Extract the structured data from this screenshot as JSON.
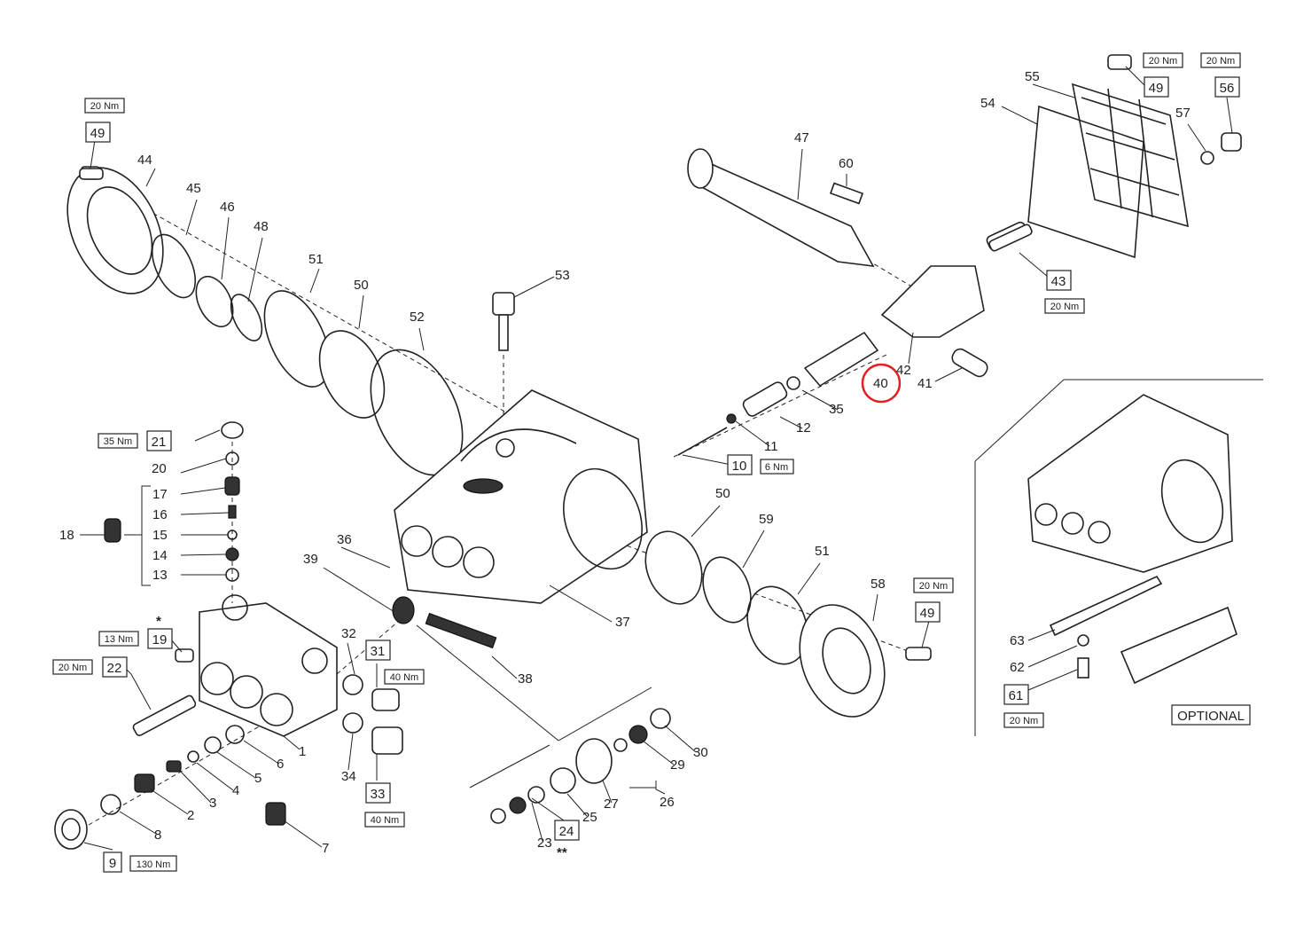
{
  "callouts": [
    "44",
    "45",
    "46",
    "48",
    "51",
    "50",
    "52",
    "53",
    "47",
    "60",
    "55",
    "54",
    "57",
    "42",
    "40",
    "41",
    "35",
    "12",
    "11",
    "20",
    "17",
    "16",
    "15",
    "14",
    "13",
    "18",
    "36",
    "39",
    "50",
    "59",
    "51",
    "58",
    "37",
    "38",
    "32",
    "1",
    "6",
    "5",
    "4",
    "3",
    "2",
    "8",
    "7",
    "34",
    "30",
    "29",
    "26",
    "27",
    "25",
    "23",
    "63",
    "62",
    "**",
    "*"
  ],
  "boxes": [
    "20 Nm",
    "49",
    "35 Nm",
    "21",
    "13 Nm",
    "19",
    "20 Nm",
    "22",
    "9",
    "130 Nm",
    "10",
    "6 Nm",
    "31",
    "40 Nm",
    "33",
    "40 Nm",
    "24",
    "43",
    "20 Nm",
    "20 Nm",
    "49",
    "20 Nm",
    "56",
    "20 Nm",
    "49",
    "61",
    "20 Nm",
    "OPTIONAL"
  ],
  "highlight": {
    "part": "40",
    "color": "#e02020"
  }
}
